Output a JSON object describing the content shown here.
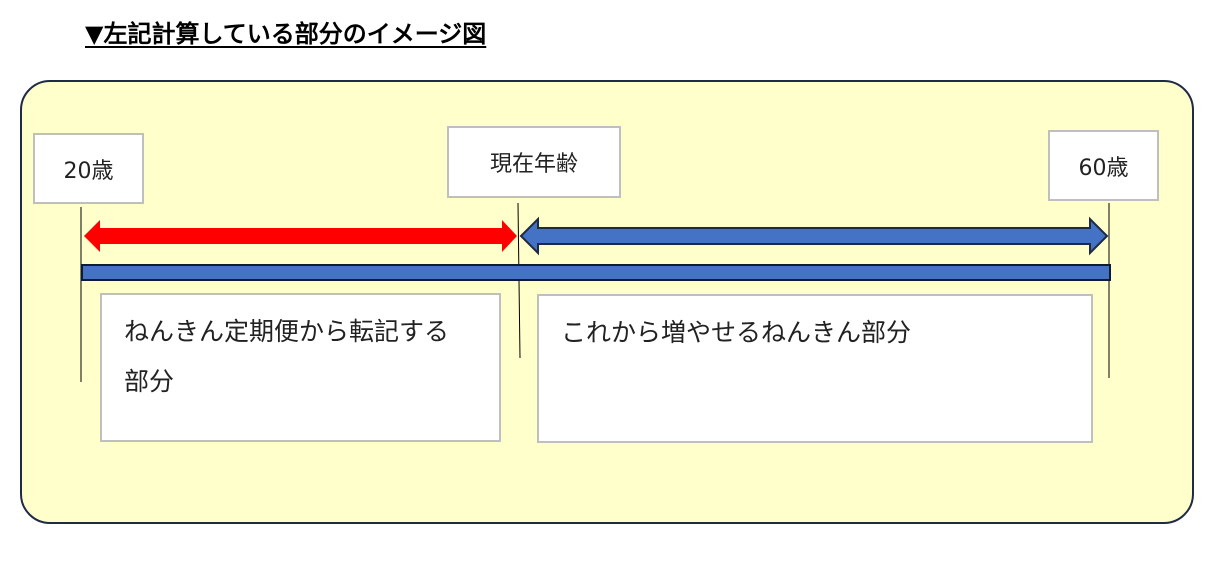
{
  "title": "▼左記計算している部分のイメージ図",
  "labels": {
    "start": "20歳",
    "current": "現在年齢",
    "end": "60歳"
  },
  "segments": {
    "past": "ねんきん定期便から転記する部分",
    "future": "これから増やせるねんきん部分"
  },
  "colors": {
    "panel": "#FFFFCC",
    "past_arrow": "#FF0000",
    "future_arrow": "#4472C4",
    "timeline": "#4472C4"
  }
}
